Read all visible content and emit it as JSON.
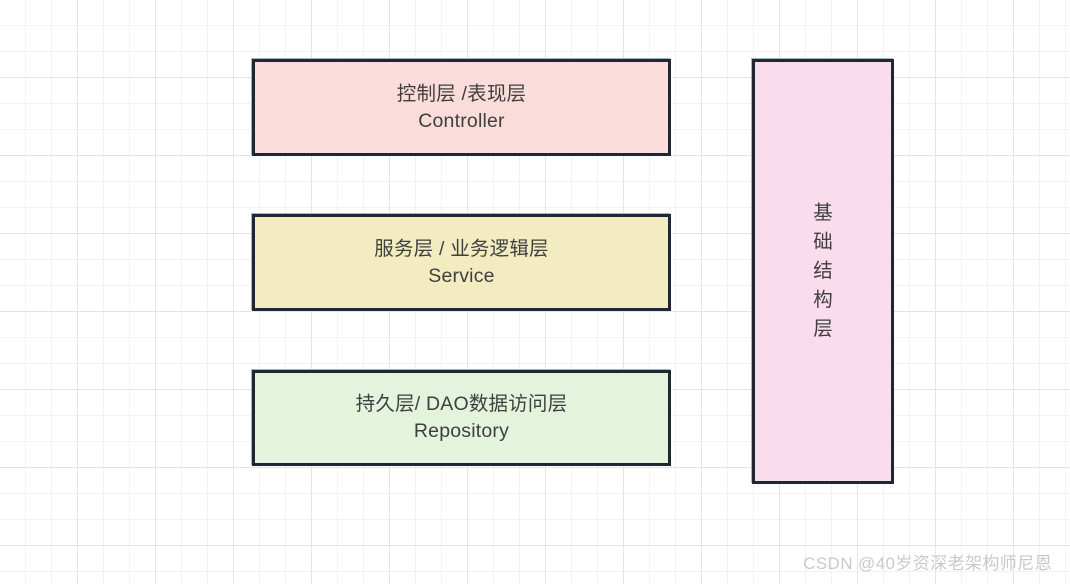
{
  "diagram": {
    "title": "Layered Architecture Diagram",
    "background": {
      "grid": "graph-paper",
      "minor_color": "#f2f2f2",
      "major_color": "#e4e4e4"
    },
    "border_color": "#1f2733",
    "text_color": "#3f3f3f",
    "layers": [
      {
        "id": "controller",
        "line1": "控制层 /表现层",
        "line2": "Controller",
        "text": "控制层 /表现层\nController",
        "fill": "#fadcda"
      },
      {
        "id": "service",
        "line1": "服务层 / 业务逻辑层",
        "line2": "Service",
        "text": "服务层 / 业务逻辑层\nService",
        "fill": "#f2ecc0"
      },
      {
        "id": "repository",
        "line1": "持久层/ DAO数据访问层",
        "line2": "Repository",
        "text": "持久层/ DAO数据访问层\nRepository",
        "fill": "#e3f3dc"
      }
    ],
    "side_column": {
      "id": "infrastructure",
      "text": "基础结构层",
      "chars": [
        "基",
        "础",
        "结",
        "构",
        "层"
      ],
      "fill": "#fadcec"
    }
  },
  "watermark": {
    "text": "CSDN @40岁资深老架构师尼恩",
    "color": "#c9c9c9"
  }
}
